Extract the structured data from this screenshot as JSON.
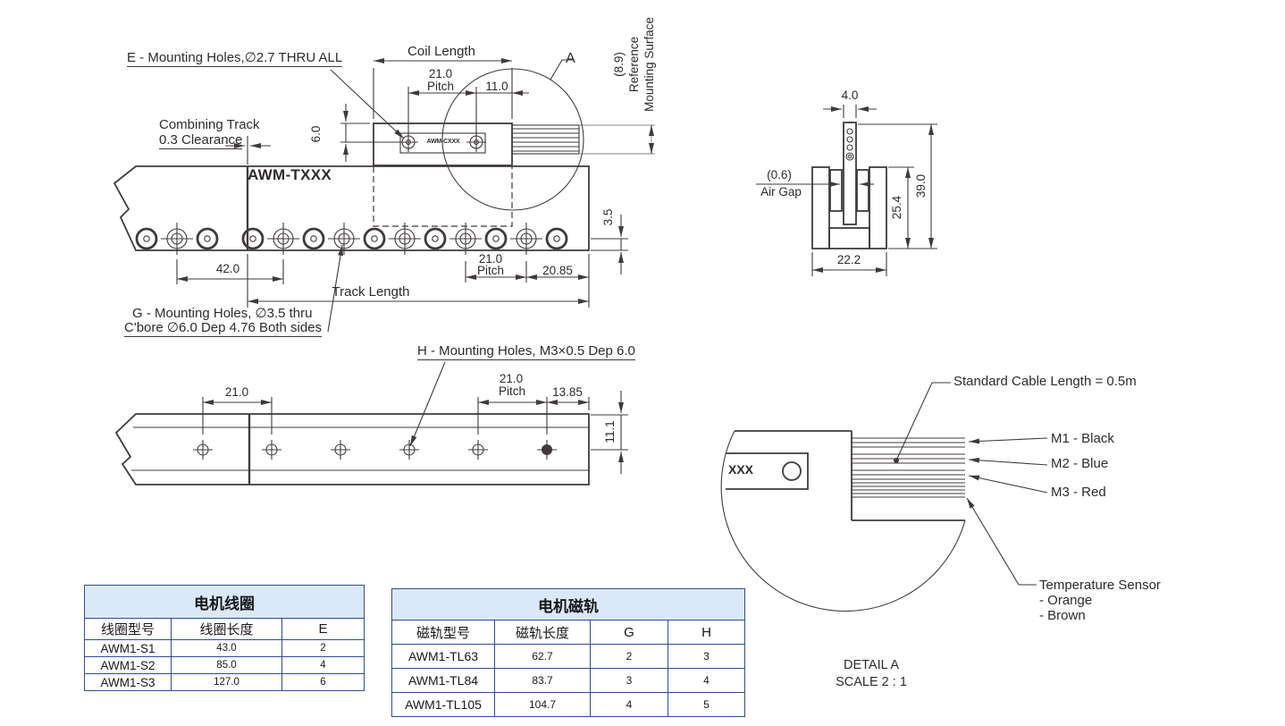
{
  "colors": {
    "line": "#403a3d",
    "table_border": "#2e4d93",
    "table_header_bg": "#dbe8f7"
  },
  "top_view": {
    "e_label": "E - Mounting Holes,∅2.7 THRU ALL",
    "combining_line1": "Combining Track",
    "combining_line2": "0.3 Clearance",
    "coil_length": "Coil Length",
    "pitch_value": "21.0",
    "pitch_word": "Pitch",
    "dim_11": "11.0",
    "dim_6": "6.0",
    "track_label": "AWM-TXXX",
    "coil_label": "AWM-CXXX",
    "detail_letter": "A",
    "ref_dim": "(8.9)",
    "ref_line1": "Reference",
    "ref_line2": "Mounting Surface",
    "dim_3_5": "3.5",
    "dim_42": "42.0",
    "pitch2_value": "21.0",
    "pitch2_word": "Pitch",
    "dim_20_85": "20.85",
    "track_length": "Track Length",
    "g_label1": "G - Mounting Holes, ∅3.5 thru",
    "g_label2": "C'bore ∅6.0 Dep 4.76 Both sides"
  },
  "bottom_view": {
    "h_label": "H - Mounting Holes, M3×0.5 Dep 6.0",
    "dim_21": "21.0",
    "pitch_value": "21.0",
    "pitch_word": "Pitch",
    "dim_13_85": "13.85",
    "dim_11_1": "11.1"
  },
  "section_view": {
    "dim_4": "4.0",
    "air_gap_value": "(0.6)",
    "air_gap_label": "Air Gap",
    "dim_25_4": "25.4",
    "dim_39": "39.0",
    "dim_22_2": "22.2"
  },
  "detail_view": {
    "cable_label": "Standard Cable Length = 0.5m",
    "m1": "M1 - Black",
    "m2": "M2 - Blue",
    "m3": "M3 - Red",
    "temp1": "Temperature Sensor",
    "temp2": "- Orange",
    "temp3": "- Brown",
    "coil_text": "XXX",
    "title": "DETAIL A",
    "scale": "SCALE 2 : 1"
  },
  "tables": {
    "coil": {
      "title": "电机线圈",
      "headers": [
        "线圈型号",
        "线圈长度",
        "E"
      ],
      "rows": [
        [
          "AWM1-S1",
          "43.0",
          "2"
        ],
        [
          "AWM1-S2",
          "85.0",
          "4"
        ],
        [
          "AWM1-S3",
          "127.0",
          "6"
        ]
      ]
    },
    "track": {
      "title": "电机磁轨",
      "headers": [
        "磁轨型号",
        "磁轨长度",
        "G",
        "H"
      ],
      "rows": [
        [
          "AWM1-TL63",
          "62.7",
          "2",
          "3"
        ],
        [
          "AWM1-TL84",
          "83.7",
          "3",
          "4"
        ],
        [
          "AWM1-TL105",
          "104.7",
          "4",
          "5"
        ]
      ]
    }
  }
}
